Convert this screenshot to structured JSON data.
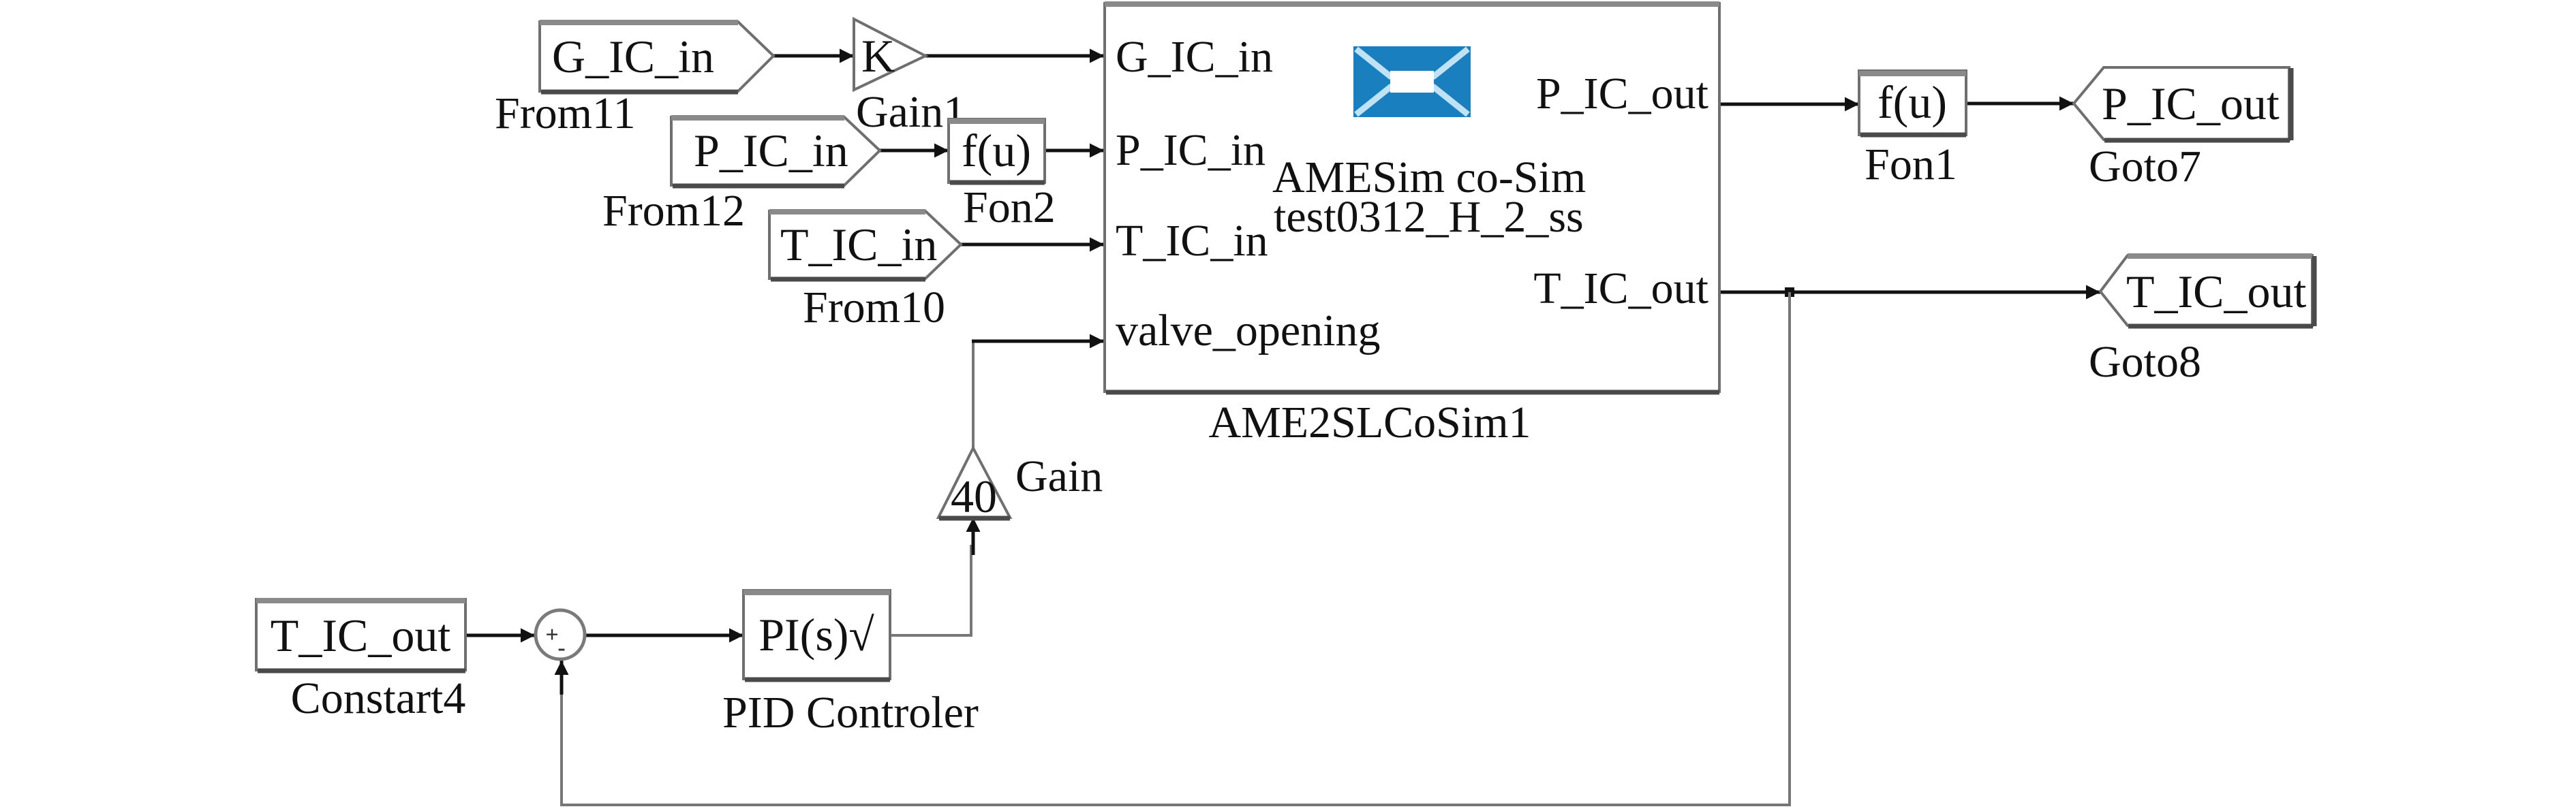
{
  "diagram": {
    "type": "simulink-block-diagram",
    "colors": {
      "background": "#ffffff",
      "block_border": "#6f6f6f",
      "wire": "#111111",
      "text": "#111111",
      "amesim_icon": "#1a7fbf"
    },
    "blocks": {
      "from11": {
        "text": "G_IC_in",
        "label": "From11",
        "kind": "From"
      },
      "from12": {
        "text": "P_IC_in",
        "label": "From12",
        "kind": "From"
      },
      "from10": {
        "text": "T_IC_in",
        "label": "From10",
        "kind": "From"
      },
      "gain1": {
        "text": "K",
        "label": "Gain1",
        "kind": "Gain"
      },
      "fon2": {
        "text": "f(u)",
        "label": "Fon2",
        "kind": "Fcn"
      },
      "fon1": {
        "text": "f(u)",
        "label": "Fon1",
        "kind": "Fcn"
      },
      "goto7": {
        "text": "P_IC_out",
        "label": "Goto7",
        "kind": "Goto"
      },
      "goto8": {
        "text": "T_IC_out",
        "label": "Goto8",
        "kind": "Goto"
      },
      "constart4": {
        "text": "T_IC_out",
        "label": "Constart4",
        "kind": "Constant"
      },
      "sum": {
        "plus": "+",
        "minus": "-",
        "kind": "Sum"
      },
      "pid": {
        "text": "PI(s)√",
        "label": "PID Controler",
        "kind": "PID"
      },
      "gain": {
        "text": "40",
        "label": "Gain",
        "kind": "Gain"
      },
      "cosim": {
        "label": "AME2SLCoSim1",
        "title_line1": "AMESim co-Sim",
        "title_line2": "test0312_H_2_ss",
        "icon": "amesim-logo-icon",
        "inputs": [
          "G_IC_in",
          "P_IC_in",
          "T_IC_in",
          "valve_opening"
        ],
        "outputs": [
          "P_IC_out",
          "T_IC_out"
        ]
      }
    },
    "connections": [
      {
        "from": "From11",
        "to": "Gain1"
      },
      {
        "from": "Gain1",
        "to": "AME2SLCoSim1.G_IC_in"
      },
      {
        "from": "From12",
        "to": "Fon2"
      },
      {
        "from": "Fon2",
        "to": "AME2SLCoSim1.P_IC_in"
      },
      {
        "from": "From10",
        "to": "AME2SLCoSim1.T_IC_in"
      },
      {
        "from": "Gain",
        "to": "AME2SLCoSim1.valve_opening"
      },
      {
        "from": "AME2SLCoSim1.P_IC_out",
        "to": "Fon1"
      },
      {
        "from": "Fon1",
        "to": "Goto7"
      },
      {
        "from": "AME2SLCoSim1.T_IC_out",
        "to": "Goto8"
      },
      {
        "from": "AME2SLCoSim1.T_IC_out",
        "to": "Sum.minus"
      },
      {
        "from": "Constart4",
        "to": "Sum.plus"
      },
      {
        "from": "Sum",
        "to": "PID Controler"
      },
      {
        "from": "PID Controler",
        "to": "Gain"
      }
    ]
  }
}
